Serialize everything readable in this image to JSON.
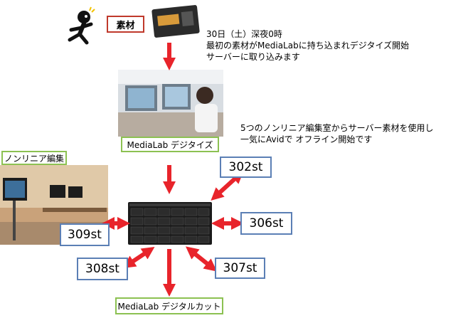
{
  "diagram": {
    "labels": {
      "material": "素材",
      "ingest": "MediaLab デジタイズ",
      "nonlinear": "ノンリニア編集",
      "cut": "MediaLab  デジタルカット"
    },
    "stations": {
      "s302": "302st",
      "s306": "306st",
      "s307": "307st",
      "s308": "308st",
      "s309": "309st"
    },
    "notes": {
      "top_line1": "30日（土）深夜0時",
      "top_line2": "最初の素材がMediaLabに持ち込まれデジタイズ開始",
      "top_line3": "サーバーに取り込みます",
      "mid_line1": "5つのノンリニア編集室からサーバー素材を使用し",
      "mid_line2": "一気にAvidで オフライン開始です"
    },
    "colors": {
      "arrow": "#e8242b",
      "red_border": "#c0392b",
      "green_border": "#8cc152",
      "blue_border": "#5b7fb5"
    }
  }
}
